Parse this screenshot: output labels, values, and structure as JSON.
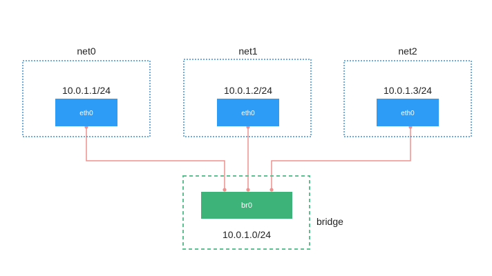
{
  "colors": {
    "namespace_border": "#3a8fd6",
    "interface_fill": "#2d9cf6",
    "bridge_fill": "#3db37a",
    "bridge_border": "#5cc090",
    "link": "#f0908e"
  },
  "namespaces": [
    {
      "name": "net0",
      "ip": "10.0.1.1/24",
      "interface": "eth0"
    },
    {
      "name": "net1",
      "ip": "10.0.1.2/24",
      "interface": "eth0"
    },
    {
      "name": "net2",
      "ip": "10.0.1.3/24",
      "interface": "eth0"
    }
  ],
  "bridge": {
    "device": "br0",
    "subnet": "10.0.1.0/24",
    "label": "bridge"
  }
}
